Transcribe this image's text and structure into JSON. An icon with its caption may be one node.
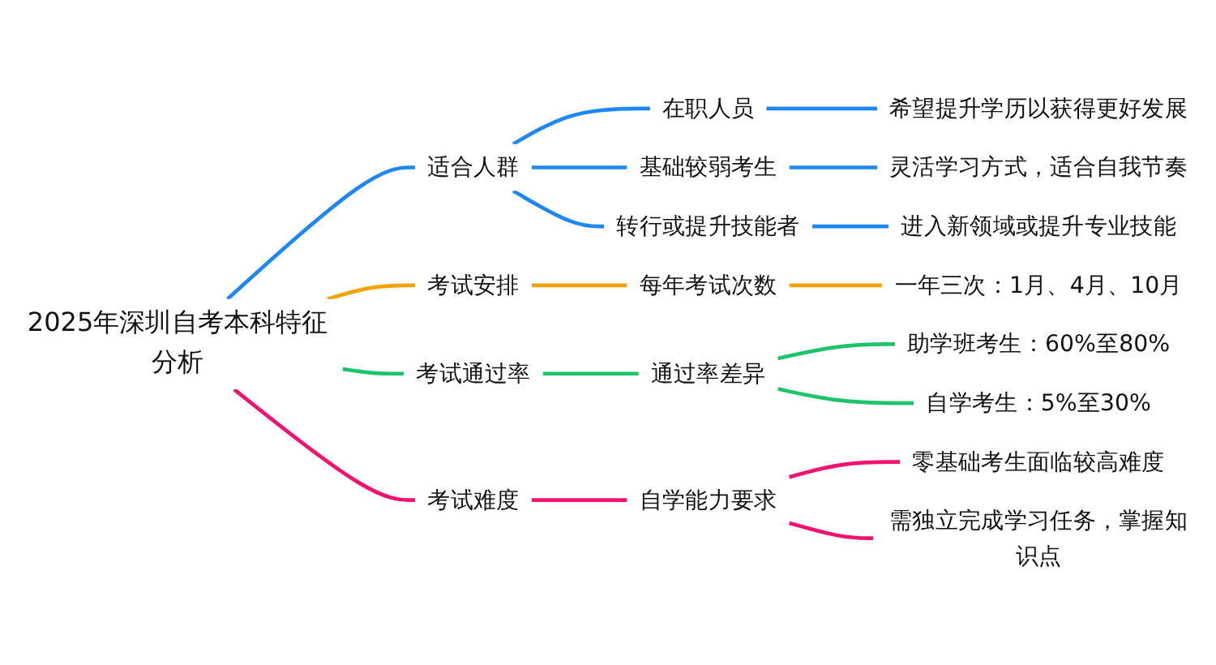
{
  "diagram": {
    "nodes": [
      {
        "text": [
          "2025年深圳自考本科特征分析"
        ]
      },
      {
        "text": [
          "适合人群"
        ]
      },
      {
        "text": [
          "在职人员"
        ]
      },
      {
        "text": [
          "希望提升学历以获得更好发展"
        ]
      },
      {
        "text": [
          "基础较弱考生"
        ]
      },
      {
        "text": [
          "灵活学习方式，适合自我节奏"
        ]
      },
      {
        "text": [
          "转行或提升技能者"
        ]
      },
      {
        "text": [
          "进入新领域或提升专业技能"
        ]
      },
      {
        "text": [
          "考试安排"
        ]
      },
      {
        "text": [
          "每年考试次数"
        ]
      },
      {
        "text": [
          "一年三次：1月、4月、10月"
        ]
      },
      {
        "text": [
          "考试通过率"
        ]
      },
      {
        "text": [
          "通过率差异"
        ]
      },
      {
        "text": [
          "助学班考生：60%至80%"
        ]
      },
      {
        "text": [
          "自学考生：5%至30%"
        ]
      },
      {
        "text": [
          "考试难度"
        ]
      },
      {
        "text": [
          "自学能力要求"
        ]
      },
      {
        "text": [
          "零基础考生面临较高难度"
        ]
      },
      {
        "text": [
          "需独立完成学习任务，掌握知识点"
        ]
      }
    ],
    "edges": [
      {
        "from": 0,
        "to": 1,
        "arrow": "none",
        "color": "#1e88f0"
      },
      {
        "from": 1,
        "to": 2,
        "arrow": "none",
        "color": "#1e88f0"
      },
      {
        "from": 2,
        "to": 3,
        "arrow": "none",
        "color": "#1e88f0"
      },
      {
        "from": 1,
        "to": 4,
        "arrow": "none",
        "color": "#1e88f0"
      },
      {
        "from": 4,
        "to": 5,
        "arrow": "none",
        "color": "#1e88f0"
      },
      {
        "from": 1,
        "to": 6,
        "arrow": "none",
        "color": "#1e88f0"
      },
      {
        "from": 6,
        "to": 7,
        "arrow": "none",
        "color": "#1e88f0"
      },
      {
        "from": 0,
        "to": 8,
        "arrow": "none",
        "color": "#f0a30a"
      },
      {
        "from": 8,
        "to": 9,
        "arrow": "none",
        "color": "#f0a30a"
      },
      {
        "from": 9,
        "to": 10,
        "arrow": "none",
        "color": "#f0a30a"
      },
      {
        "from": 0,
        "to": 11,
        "arrow": "none",
        "color": "#1dc46b"
      },
      {
        "from": 11,
        "to": 12,
        "arrow": "none",
        "color": "#1dc46b"
      },
      {
        "from": 12,
        "to": 13,
        "arrow": "none",
        "color": "#1dc46b"
      },
      {
        "from": 12,
        "to": 14,
        "arrow": "none",
        "color": "#1dc46b"
      },
      {
        "from": 0,
        "to": 15,
        "arrow": "none",
        "color": "#f01470"
      },
      {
        "from": 15,
        "to": 16,
        "arrow": "none",
        "color": "#f01470"
      },
      {
        "from": 16,
        "to": 17,
        "arrow": "none",
        "color": "#f01470"
      },
      {
        "from": 16,
        "to": 18,
        "arrow": "none",
        "color": "#f01470"
      }
    ]
  }
}
